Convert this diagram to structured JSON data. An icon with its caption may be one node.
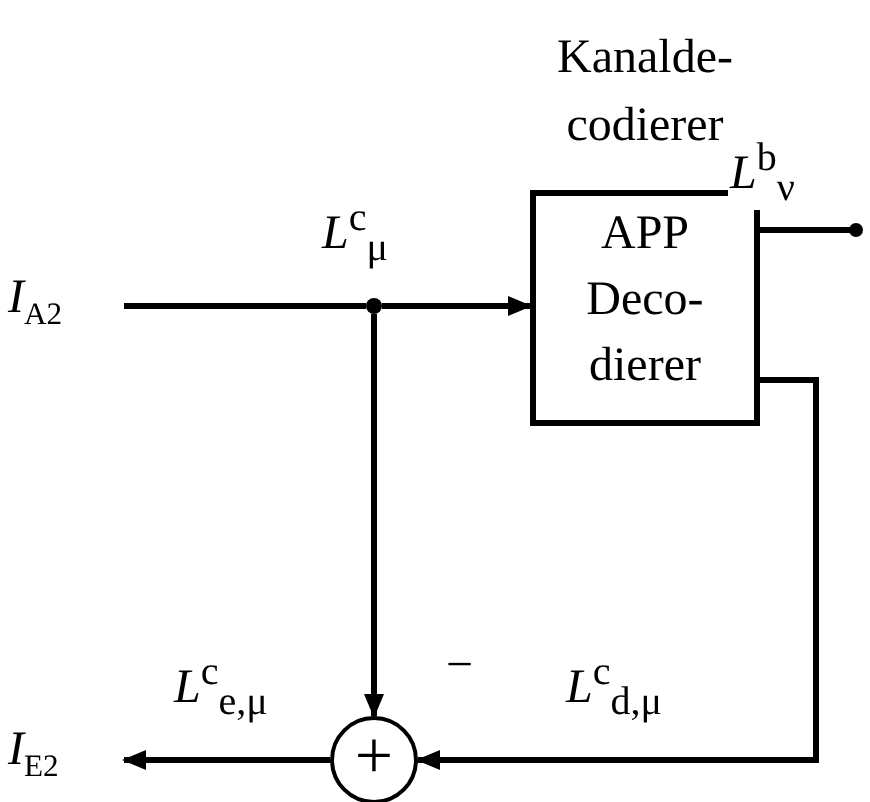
{
  "diagram": {
    "nodes": [
      {
        "text": [
          "Kanalde- codierer",
          "APP Deco- dierer"
        ]
      },
      {
        "text": [
          "*I*$_{A2}$"
        ]
      },
      {
        "text": [],
        "shape": "circle"
      },
      {
        "text": [
          "+"
        ]
      },
      {
        "text": [
          "*I*$_{E2}$"
        ]
      }
    ],
    "edges": [
      {
        "from": 1,
        "to": 2,
        "arrow": "none"
      },
      {
        "from": 2,
        "to": 0,
        "arrow": "to",
        "label": "*L*$^{c}$$_{μ}$"
      },
      {
        "from": 2,
        "to": 3,
        "arrow": "to",
        "label": "−"
      },
      {
        "from": 0,
        "to": 3,
        "arrow": "to",
        "label": "*L*$^{c}$$_{d,μ}$"
      },
      {
        "from": 3,
        "to": 4,
        "arrow": "to",
        "label": "*L*$^{c}$$_{e,μ}$"
      },
      {
        "from": 0,
        "to": null,
        "arrow": "other",
        "label": "*L*$^{b}$$_{ν}$"
      }
    ]
  }
}
